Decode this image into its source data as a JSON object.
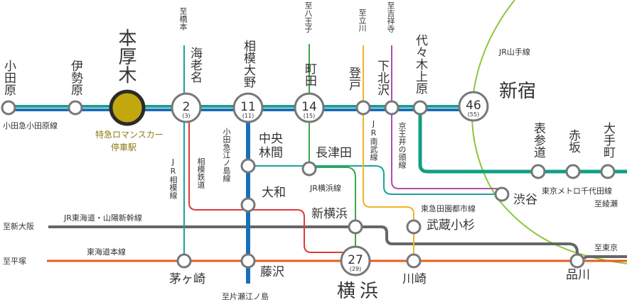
{
  "colors": {
    "odakyu": "#1f9e8f",
    "blue": "#1a6fb8",
    "metro": "#0f9f84",
    "tokaido": "#e85c1c",
    "yamanote": "#8cc63f",
    "sagami": "#e03a3a",
    "tokyu_den": "#1aa39a",
    "keio": "#b04cb0",
    "jr_nambu": "#f0b429",
    "jr_yokohama": "#39a84a",
    "grey": "#666666",
    "featured": "#c2a80e"
  },
  "stations": {
    "odawara": "小田原",
    "isehara": "伊勢原",
    "honatsugi": "本厚木",
    "ebina": "海老名",
    "sagami_ono": "相模大野",
    "machida": "町田",
    "noborito": "登戸",
    "shimokitazawa": "下北沢",
    "yoyogi_uehara": "代々木上原",
    "shinjuku": "新宿",
    "omotesando": "表参道",
    "akasaka": "赤坂",
    "otemachi": "大手町",
    "chuo_rinkan": "中央林間",
    "nagatsuta": "長津田",
    "shibuya": "渋谷",
    "yamato": "大和",
    "shin_yokohama": "新横浜",
    "musashi_kosugi": "武蔵小杉",
    "chigasaki": "茅ヶ崎",
    "fujisawa": "藤沢",
    "yokohama": "横浜",
    "kawasaki": "川崎",
    "shinagawa": "品川"
  },
  "minutes": {
    "ebina": {
      "main": "2",
      "sub": "(3)"
    },
    "sagami_ono": {
      "main": "11",
      "sub": "(11)"
    },
    "machida": {
      "main": "14",
      "sub": "(15)"
    },
    "shinjuku": {
      "main": "46",
      "sub": "(55)"
    },
    "yokohama": {
      "main": "27",
      "sub": "(29)"
    }
  },
  "lines": {
    "odakyu_odawara": "小田急小田原線",
    "odakyu_enoshima": "小田急江ノ島線",
    "sotetsu": "相模鉄道",
    "jr_sagami": "JR相模線",
    "jr_nambu": "JR南武線",
    "keio_inokashira": "京王井の頭線",
    "jr_yokohama": "JR横浜線",
    "tokyu_denentoshi": "東急田園都市線",
    "jr_tokaido_sanyo": "JR東海道・山陽新幹線",
    "tokaido_main": "東海道本線",
    "jr_yamanote": "JR山手線",
    "metro_chiyoda": "東京メトロ千代田線"
  },
  "directions": {
    "hashimoto": "至橋本",
    "hachioji": "至八王子",
    "tachikawa": "至立川",
    "kichijoji": "至吉祥寺",
    "shin_osaka": "至新大阪",
    "hiratsuka": "至平塚",
    "tokyo": "至東京",
    "katase_enoshima": "至片瀬江ノ島",
    "ayase": "至綾瀬"
  },
  "romancecar": {
    "line1": "特急ロマンスカー",
    "line2": "停車駅"
  }
}
